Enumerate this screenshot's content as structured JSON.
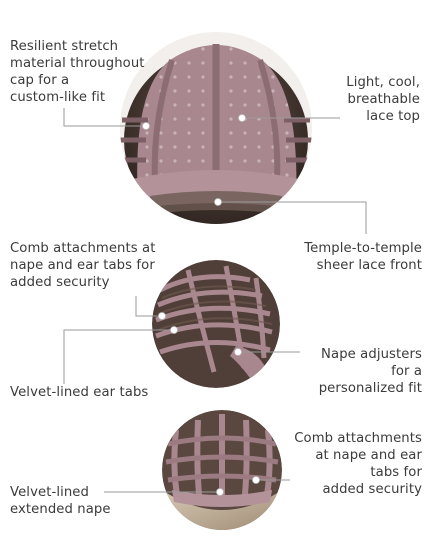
{
  "callouts": {
    "stretch_material": "Resilient stretch\nmaterial throughout\ncap for a\ncustom-like fit",
    "lace_top": "Light, cool,\nbreathable\nlace top",
    "lace_front": "Temple-to-temple\nsheer lace front",
    "comb_attachments_1": "Comb attachments at\nnape and ear tabs for\nadded security",
    "velvet_ear_tabs": "Velvet-lined ear tabs",
    "nape_adjusters": "Nape adjusters\nfor a\npersonalized fit",
    "comb_attachments_2": "Comb attachments\nat nape and ear\ntabs for\nadded security",
    "velvet_nape": "Velvet-lined\nextended nape"
  },
  "colors": {
    "cap_mauve": "#a9878f",
    "cap_dark": "#7d5f66",
    "hair_dark": "#4a3b35",
    "hair_mid": "#8b7565",
    "hair_light": "#c9b8a3",
    "leader_line": "#9a9a9a",
    "marker": "#ffffff"
  }
}
